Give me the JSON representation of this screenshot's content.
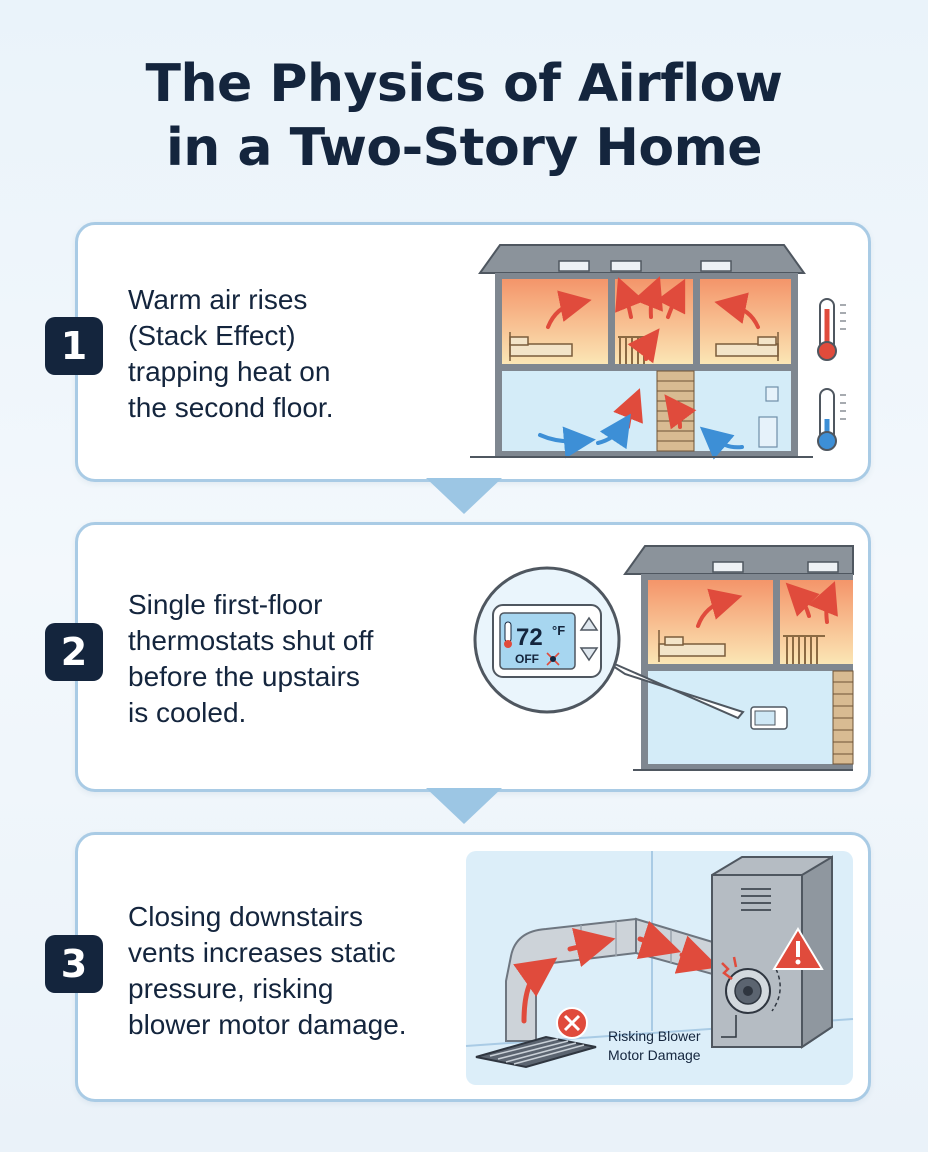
{
  "title": {
    "line1": "The Physics of Airflow",
    "line2": "in a Two-Story Home"
  },
  "steps": [
    {
      "number": "1",
      "lines": [
        "Warm air rises",
        "(Stack Effect)",
        "trapping heat on",
        "the second floor."
      ]
    },
    {
      "number": "2",
      "lines": [
        "Single first-floor",
        "thermostats shut off",
        "before the upstairs",
        "is cooled."
      ]
    },
    {
      "number": "3",
      "lines": [
        "Closing downstairs",
        "vents increases static",
        "pressure, risking",
        "blower motor damage."
      ]
    }
  ],
  "thermostat": {
    "temperature": "72",
    "unit": "°F",
    "status": "OFF"
  },
  "callout": {
    "line1": "Risking Blower",
    "line2": "Motor Damage"
  },
  "colors": {
    "navy": "#14253d",
    "card_border": "#a9cbe5",
    "warm": "#f6a77b",
    "cool": "#d4ecf8",
    "arrow_red": "#e04b3c",
    "arrow_blue": "#3d8fd6",
    "wall": "#7f8790"
  },
  "icons": [
    "thermometer-hot-icon",
    "thermometer-cold-icon",
    "warning-icon",
    "blocked-vent-icon",
    "down-chevron-icon"
  ]
}
